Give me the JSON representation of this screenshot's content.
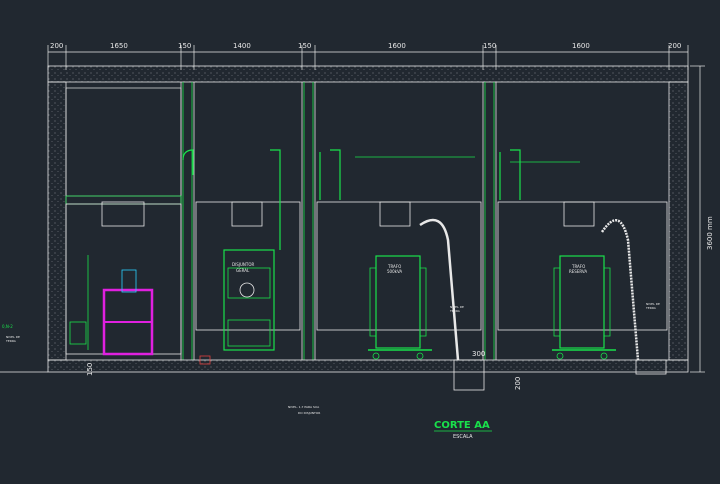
{
  "drawing": {
    "title": "CORTE AA",
    "scale": "ESCALA",
    "note": "",
    "colors": {
      "background": "#212830",
      "structure": "#e8e8e8",
      "equipment": "#19e14b",
      "highlight": "#e020e0",
      "cable": "#2ad0ff"
    }
  },
  "dimensions": {
    "top": [
      "200",
      "1650",
      "150",
      "1400",
      "150",
      "1600",
      "150",
      "1600",
      "200"
    ],
    "height_right": "3600 mm",
    "floor_1": "300",
    "floor_2": "200",
    "floor_3": "150"
  },
  "equipment_labels": {
    "disjuntor": [
      "DISJUNTOR",
      "GERAL"
    ],
    "trafo_1": [
      "TRAFO",
      "500kVA"
    ],
    "trafo_2": [
      "TRAFO",
      "RESERVA"
    ],
    "ground_note": [
      "NIVEL. 1,7 PARA SUA",
      "DO DISJUNTOR"
    ],
    "left_note": [
      "NIVEL DE",
      "TERRA"
    ],
    "bay3_note": [
      "NIVEL DE",
      "TERRA"
    ],
    "bay4_note": [
      "NIVEL DE",
      "TERRA"
    ],
    "left_marker": "0,N-2"
  }
}
